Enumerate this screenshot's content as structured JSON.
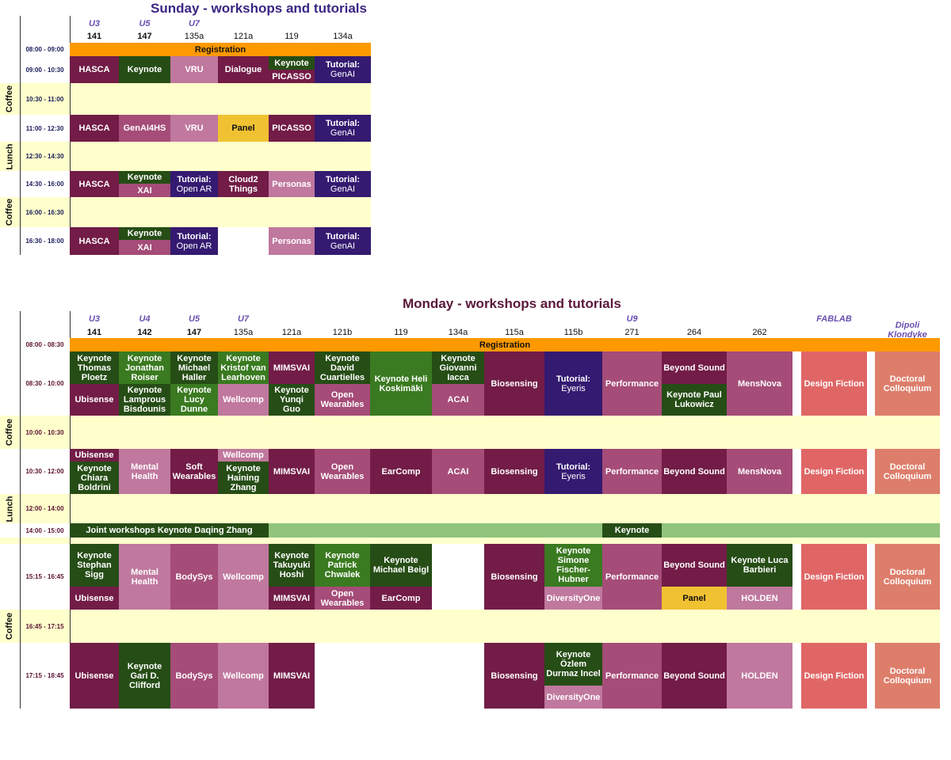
{
  "colors": {
    "m": "#721c47",
    "v": "#a54c78",
    "p": "#c0789e",
    "g": "#264d16",
    "G": "#3a7a20",
    "u": "#341a70",
    "y": "#f0c232",
    "o": "#ff9900",
    "r": "#e06666",
    "s": "#dd7e6b",
    "lg": "#92c47d",
    "break": "#ffffcc"
  },
  "sunday": {
    "title": "Sunday - workshops and tutorials",
    "rooms": [
      {
        "u": "U3",
        "n": "141",
        "bold": true
      },
      {
        "u": "U5",
        "n": "147",
        "bold": true
      },
      {
        "u": "U7",
        "n": "135a"
      },
      {
        "u": "",
        "n": "121a"
      },
      {
        "u": "",
        "n": "119"
      },
      {
        "u": "",
        "n": "134a"
      }
    ],
    "slots": [
      {
        "id": "reg",
        "time": "08:00 - 09:00"
      },
      {
        "id": "s1",
        "time": "09:00 - 10:30"
      },
      {
        "id": "b1",
        "time": "10:30 - 11:00",
        "break": "Coffee"
      },
      {
        "id": "s2",
        "time": "11:00 - 12:30"
      },
      {
        "id": "b2",
        "time": "12:30 - 14:30",
        "break": "Lunch"
      },
      {
        "id": "s3",
        "time": "14:30 - 16:00"
      },
      {
        "id": "b3",
        "time": "16:00 - 16:30",
        "break": "Coffee"
      },
      {
        "id": "s4",
        "time": "16:30 - 18:00"
      }
    ],
    "sessions": [
      {
        "slot": "reg",
        "from": 0,
        "to": 5,
        "part": "full",
        "label": "Registration",
        "c": "o",
        "dark": true
      },
      {
        "slot": "s1",
        "from": 0,
        "part": "full",
        "label": "HASCA",
        "c": "m"
      },
      {
        "slot": "s1",
        "from": 1,
        "part": "full",
        "label": "Keynote",
        "c": "g"
      },
      {
        "slot": "s1",
        "from": 2,
        "part": "full",
        "label": "VRU",
        "c": "p"
      },
      {
        "slot": "s1",
        "from": 3,
        "part": "full",
        "label": "Dialogue",
        "c": "m"
      },
      {
        "slot": "s1",
        "from": 4,
        "part": "top",
        "label": "Keynote",
        "c": "g"
      },
      {
        "slot": "s1",
        "from": 4,
        "part": "bottom",
        "label": "PICASSO",
        "c": "m"
      },
      {
        "slot": "s1",
        "from": 5,
        "part": "full",
        "label": "Tutorial:",
        "sub": "GenAI",
        "c": "u"
      },
      {
        "slot": "s2",
        "from": 0,
        "part": "full",
        "label": "HASCA",
        "c": "m"
      },
      {
        "slot": "s2",
        "from": 1,
        "part": "full",
        "label": "GenAI4HS",
        "c": "v"
      },
      {
        "slot": "s2",
        "from": 2,
        "part": "full",
        "label": "VRU",
        "c": "p"
      },
      {
        "slot": "s2",
        "from": 3,
        "part": "full",
        "label": "Panel",
        "c": "y",
        "dark": true
      },
      {
        "slot": "s2",
        "from": 4,
        "part": "full",
        "label": "PICASSO",
        "c": "m"
      },
      {
        "slot": "s2",
        "from": 5,
        "part": "full",
        "label": "Tutorial:",
        "sub": "GenAI",
        "c": "u"
      },
      {
        "slot": "s3",
        "from": 0,
        "part": "full",
        "label": "HASCA",
        "c": "m"
      },
      {
        "slot": "s3",
        "from": 1,
        "part": "top",
        "label": "Keynote",
        "c": "g"
      },
      {
        "slot": "s3",
        "from": 1,
        "part": "bottom",
        "label": "XAI",
        "c": "v"
      },
      {
        "slot": "s3",
        "from": 2,
        "part": "full",
        "label": "Tutorial:",
        "sub": "Open AR",
        "c": "u"
      },
      {
        "slot": "s3",
        "from": 3,
        "part": "full",
        "label": "Cloud2\nThings",
        "c": "m"
      },
      {
        "slot": "s3",
        "from": 4,
        "part": "full",
        "label": "Personas",
        "c": "p"
      },
      {
        "slot": "s3",
        "from": 5,
        "part": "full",
        "label": "Tutorial:",
        "sub": "GenAI",
        "c": "u"
      },
      {
        "slot": "s4",
        "from": 0,
        "part": "full",
        "label": "HASCA",
        "c": "m"
      },
      {
        "slot": "s4",
        "from": 1,
        "part": "top",
        "label": "Keynote",
        "c": "g"
      },
      {
        "slot": "s4",
        "from": 1,
        "part": "bottom",
        "label": "XAI",
        "c": "v"
      },
      {
        "slot": "s4",
        "from": 2,
        "part": "full",
        "label": "Tutorial:",
        "sub": "Open AR",
        "c": "u"
      },
      {
        "slot": "s4",
        "from": 4,
        "part": "full",
        "label": "Personas",
        "c": "p"
      },
      {
        "slot": "s4",
        "from": 5,
        "part": "full",
        "label": "Tutorial:",
        "sub": "GenAI",
        "c": "u"
      }
    ]
  },
  "monday": {
    "title": "Monday - workshops and tutorials",
    "rooms": [
      {
        "u": "U3",
        "n": "141",
        "bold": true
      },
      {
        "u": "U4",
        "n": "142",
        "bold": true
      },
      {
        "u": "U5",
        "n": "147",
        "bold": true
      },
      {
        "u": "U7",
        "n": "135a"
      },
      {
        "u": "",
        "n": "121a"
      },
      {
        "u": "",
        "n": "121b"
      },
      {
        "u": "",
        "n": "119"
      },
      {
        "u": "",
        "n": "134a"
      },
      {
        "u": "",
        "n": "115a"
      },
      {
        "u": "",
        "n": "115b"
      },
      {
        "u": "U9",
        "n": "271"
      },
      {
        "u": "",
        "n": "264"
      },
      {
        "u": "",
        "n": "262"
      },
      {
        "u": "FABLAB",
        "n": ""
      },
      {
        "u": "Dipoli\nKlondyke",
        "n": ""
      }
    ],
    "slots": [
      {
        "id": "reg",
        "time": "08:00 - 08:30"
      },
      {
        "id": "a",
        "time": "08:30 - 10:00"
      },
      {
        "id": "b1",
        "time": "10:00 - 10:30",
        "break": "Coffee"
      },
      {
        "id": "b",
        "time": "10:30 - 12:00"
      },
      {
        "id": "b2",
        "time": "12:00 - 14:00",
        "break": "Lunch"
      },
      {
        "id": "j",
        "time": "14:00 - 15:00"
      },
      {
        "id": "c",
        "time": "15:15 - 16:45"
      },
      {
        "id": "b3",
        "time": "16:45 - 17:15",
        "break": "Coffee"
      },
      {
        "id": "d",
        "time": "17:15 - 18:45"
      }
    ],
    "sessions": [
      {
        "slot": "reg",
        "from": 0,
        "to": 14,
        "part": "full",
        "label": "Registration",
        "c": "o",
        "dark": true
      },
      {
        "slot": "a",
        "from": 0,
        "part": "top",
        "label": "Keynote\nThomas\nPloetz",
        "c": "g"
      },
      {
        "slot": "a",
        "from": 0,
        "part": "bottom",
        "label": "Ubisense",
        "c": "m"
      },
      {
        "slot": "a",
        "from": 1,
        "part": "top",
        "label": "Keynote\nJonathan\nRoiser",
        "c": "G"
      },
      {
        "slot": "a",
        "from": 1,
        "part": "bottom",
        "label": "Keynote\nLamprous\nBisdounis",
        "c": "g"
      },
      {
        "slot": "a",
        "from": 2,
        "part": "top",
        "label": "Keynote\nMichael\nHaller",
        "c": "g"
      },
      {
        "slot": "a",
        "from": 2,
        "part": "bottom",
        "label": "Keynote\nLucy\nDunne",
        "c": "G"
      },
      {
        "slot": "a",
        "from": 3,
        "part": "top",
        "label": "Keynote\nKristof van\nLearhoven",
        "c": "G"
      },
      {
        "slot": "a",
        "from": 3,
        "part": "bottom",
        "label": "Wellcomp",
        "c": "p"
      },
      {
        "slot": "a",
        "from": 4,
        "part": "top",
        "label": "MIMSVAI",
        "c": "m"
      },
      {
        "slot": "a",
        "from": 4,
        "part": "bottom",
        "label": "Keynote\nYunqi\nGuo",
        "c": "g"
      },
      {
        "slot": "a",
        "from": 5,
        "part": "top",
        "label": "Keynote\nDavid\nCuartielles",
        "c": "g"
      },
      {
        "slot": "a",
        "from": 5,
        "part": "bottom",
        "label": "Open\nWearables",
        "c": "v"
      },
      {
        "slot": "a",
        "from": 6,
        "part": "full",
        "label": "Keynote Heli\nKoskimäki",
        "c": "G"
      },
      {
        "slot": "a",
        "from": 7,
        "part": "top",
        "label": "Keynote\nGiovanni\nIacca",
        "c": "g"
      },
      {
        "slot": "a",
        "from": 7,
        "part": "bottom",
        "label": "ACAI",
        "c": "v"
      },
      {
        "slot": "a",
        "from": 8,
        "part": "full",
        "label": "Biosensing",
        "c": "m"
      },
      {
        "slot": "a",
        "from": 9,
        "part": "full",
        "label": "Tutorial:",
        "sub": "Eyeris",
        "c": "u"
      },
      {
        "slot": "a",
        "from": 10,
        "part": "full",
        "label": "Performance",
        "c": "v"
      },
      {
        "slot": "a",
        "from": 11,
        "part": "top",
        "label": "Beyond Sound",
        "c": "m"
      },
      {
        "slot": "a",
        "from": 11,
        "part": "bottom",
        "label": "Keynote Paul\nLukowicz",
        "c": "g"
      },
      {
        "slot": "a",
        "from": 12,
        "part": "full",
        "label": "MensNova",
        "c": "v"
      },
      {
        "slot": "a",
        "from": 13,
        "part": "full",
        "label": "Design Fiction",
        "c": "r"
      },
      {
        "slot": "a",
        "from": 14,
        "part": "full",
        "label": "Doctoral\nColloquium",
        "c": "s"
      },
      {
        "slot": "b",
        "from": 0,
        "part": "top",
        "label": "Ubisense",
        "c": "m"
      },
      {
        "slot": "b",
        "from": 0,
        "part": "bottom",
        "label": "Keynote\nChiara\nBoldrini",
        "c": "g"
      },
      {
        "slot": "b",
        "from": 1,
        "part": "full",
        "label": "Mental\nHealth",
        "c": "p"
      },
      {
        "slot": "b",
        "from": 2,
        "part": "full",
        "label": "Soft\nWearables",
        "c": "m"
      },
      {
        "slot": "b",
        "from": 3,
        "part": "top",
        "label": "Wellcomp",
        "c": "p"
      },
      {
        "slot": "b",
        "from": 3,
        "part": "bottom",
        "label": "Keynote\nHaining\nZhang",
        "c": "g"
      },
      {
        "slot": "b",
        "from": 4,
        "part": "full",
        "label": "MIMSVAI",
        "c": "m"
      },
      {
        "slot": "b",
        "from": 5,
        "part": "full",
        "label": "Open\nWearables",
        "c": "v"
      },
      {
        "slot": "b",
        "from": 6,
        "part": "full",
        "label": "EarComp",
        "c": "m"
      },
      {
        "slot": "b",
        "from": 7,
        "part": "full",
        "label": "ACAI",
        "c": "v"
      },
      {
        "slot": "b",
        "from": 8,
        "part": "full",
        "label": "Biosensing",
        "c": "m"
      },
      {
        "slot": "b",
        "from": 9,
        "part": "full",
        "label": "Tutorial:",
        "sub": "Eyeris",
        "c": "u"
      },
      {
        "slot": "b",
        "from": 10,
        "part": "full",
        "label": "Performance",
        "c": "v"
      },
      {
        "slot": "b",
        "from": 11,
        "part": "full",
        "label": "Beyond Sound",
        "c": "m"
      },
      {
        "slot": "b",
        "from": 12,
        "part": "full",
        "label": "MensNova",
        "c": "v"
      },
      {
        "slot": "b",
        "from": 13,
        "part": "full",
        "label": "Design Fiction",
        "c": "r"
      },
      {
        "slot": "b",
        "from": 14,
        "part": "full",
        "label": "Doctoral\nColloquium",
        "c": "s"
      },
      {
        "slot": "j",
        "from": 0,
        "to": 3,
        "part": "full",
        "label": "Joint workshops Keynote Daqing Zhang",
        "c": "g"
      },
      {
        "slot": "j",
        "from": 4,
        "to": 9,
        "part": "full",
        "label": "",
        "c": "lg"
      },
      {
        "slot": "j",
        "from": 10,
        "part": "full",
        "label": "Keynote",
        "c": "g"
      },
      {
        "slot": "j",
        "from": 11,
        "to": 14,
        "part": "full",
        "label": "",
        "c": "lg"
      },
      {
        "slot": "c",
        "from": 0,
        "part": "top",
        "label": "Keynote\nStephan\nSigg",
        "c": "g"
      },
      {
        "slot": "c",
        "from": 0,
        "part": "bottom",
        "label": "Ubisense",
        "c": "m"
      },
      {
        "slot": "c",
        "from": 1,
        "part": "full",
        "label": "Mental\nHealth",
        "c": "p"
      },
      {
        "slot": "c",
        "from": 2,
        "part": "full",
        "label": "BodySys",
        "c": "v"
      },
      {
        "slot": "c",
        "from": 3,
        "part": "full",
        "label": "Wellcomp",
        "c": "p"
      },
      {
        "slot": "c",
        "from": 4,
        "part": "top",
        "label": "Keynote\nTakuyuki\nHoshi",
        "c": "g"
      },
      {
        "slot": "c",
        "from": 4,
        "part": "bottom",
        "label": "MIMSVAI",
        "c": "m"
      },
      {
        "slot": "c",
        "from": 5,
        "part": "top",
        "label": "Keynote\nPatrick\nChwalek",
        "c": "G"
      },
      {
        "slot": "c",
        "from": 5,
        "part": "bottom",
        "label": "Open\nWearables",
        "c": "v"
      },
      {
        "slot": "c",
        "from": 6,
        "part": "top",
        "label": "Keynote\nMichael Beigl",
        "c": "g"
      },
      {
        "slot": "c",
        "from": 6,
        "part": "bottom",
        "label": "EarComp",
        "c": "m"
      },
      {
        "slot": "c",
        "from": 8,
        "part": "full",
        "label": "Biosensing",
        "c": "m"
      },
      {
        "slot": "c",
        "from": 9,
        "part": "top",
        "label": "Keynote\nSimone\nFischer-\nHubner",
        "c": "G"
      },
      {
        "slot": "c",
        "from": 9,
        "part": "bottom",
        "label": "DiversityOne",
        "c": "p"
      },
      {
        "slot": "c",
        "from": 10,
        "part": "full",
        "label": "Performance",
        "c": "v"
      },
      {
        "slot": "c",
        "from": 11,
        "part": "top",
        "label": "Beyond Sound",
        "c": "m"
      },
      {
        "slot": "c",
        "from": 11,
        "part": "bottom",
        "label": "Panel",
        "c": "y",
        "dark": true
      },
      {
        "slot": "c",
        "from": 12,
        "part": "top",
        "label": "Keynote Luca\nBarbieri",
        "c": "g"
      },
      {
        "slot": "c",
        "from": 12,
        "part": "bottom",
        "label": "HOLDEN",
        "c": "p"
      },
      {
        "slot": "c",
        "from": 13,
        "part": "full",
        "label": "Design Fiction",
        "c": "r"
      },
      {
        "slot": "c",
        "from": 14,
        "part": "full",
        "label": "Doctoral\nColloquium",
        "c": "s"
      },
      {
        "slot": "d",
        "from": 0,
        "part": "full",
        "label": "Ubisense",
        "c": "m"
      },
      {
        "slot": "d",
        "from": 1,
        "part": "full",
        "label": "Keynote\nGari D.\nClifford",
        "c": "g"
      },
      {
        "slot": "d",
        "from": 2,
        "part": "full",
        "label": "BodySys",
        "c": "v"
      },
      {
        "slot": "d",
        "from": 3,
        "part": "full",
        "label": "Wellcomp",
        "c": "p"
      },
      {
        "slot": "d",
        "from": 4,
        "part": "full",
        "label": "MIMSVAI",
        "c": "m"
      },
      {
        "slot": "d",
        "from": 8,
        "part": "full",
        "label": "Biosensing",
        "c": "m"
      },
      {
        "slot": "d",
        "from": 9,
        "part": "top",
        "label": "Keynote\nÖzlem\nDurmaz Incel",
        "c": "g"
      },
      {
        "slot": "d",
        "from": 9,
        "part": "bottom",
        "label": "DiversityOne",
        "c": "p"
      },
      {
        "slot": "d",
        "from": 10,
        "part": "full",
        "label": "Performance",
        "c": "v"
      },
      {
        "slot": "d",
        "from": 11,
        "part": "full",
        "label": "Beyond Sound",
        "c": "m"
      },
      {
        "slot": "d",
        "from": 12,
        "part": "full",
        "label": "HOLDEN",
        "c": "p"
      },
      {
        "slot": "d",
        "from": 13,
        "part": "full",
        "label": "Design Fiction",
        "c": "r"
      },
      {
        "slot": "d",
        "from": 14,
        "part": "full",
        "label": "Doctoral\nColloquium",
        "c": "s"
      }
    ]
  }
}
